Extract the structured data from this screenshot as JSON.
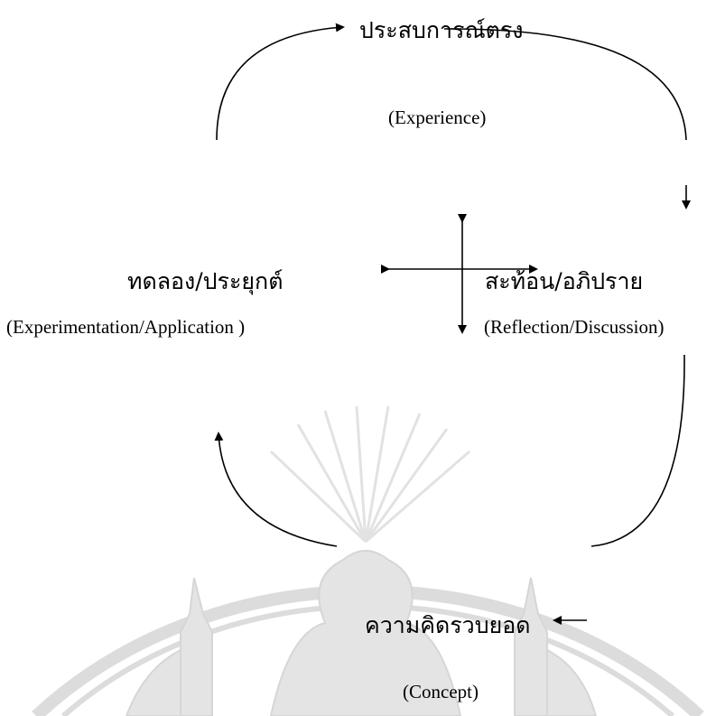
{
  "stages": {
    "experience": {
      "thai": "ประสบการณ์ตรง",
      "english": "(Experience)"
    },
    "reflection": {
      "thai": "สะท้อน/อภิปราย",
      "english": "(Reflection/Discussion)"
    },
    "concept": {
      "thai": "ความคิดรวบยอด",
      "english": "(Concept)"
    },
    "experimentation": {
      "thai": "ทดลอง/ประยุกต์",
      "english": "(Experimentation/Application )"
    }
  },
  "colors": {
    "ink": "#000000",
    "watermark": "#d9d9d9"
  },
  "watermark": {
    "description_icon": "university-seal-watermark-icon"
  }
}
